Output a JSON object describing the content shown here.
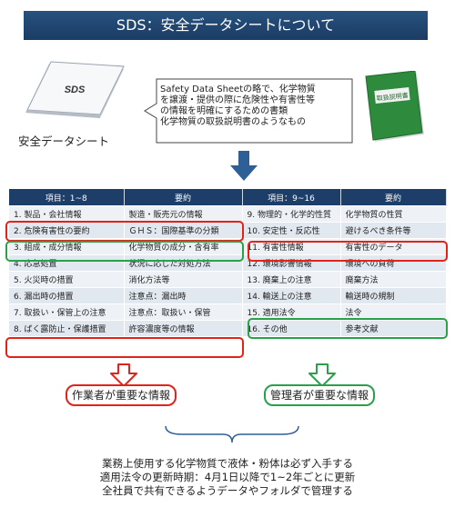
{
  "title": "SDS：安全データシートについて",
  "doc_label": "SDS",
  "doc_caption": "安全データシート",
  "book_label": "取扱説明書",
  "speech_lines": [
    "Safety Data Sheetの略で、化学物質",
    "を譲渡・提供の際に危険性や有害性等",
    "の情報を明確にするための書類",
    "化学物質の取扱説明書のようなもの"
  ],
  "table": {
    "headers": [
      "項目：1~8",
      "要約",
      "項目：9~16",
      "要約"
    ],
    "rows": [
      [
        "1. 製品・会社情報",
        "製造・販売元の情報",
        "9. 物理的・化学的性質",
        "化学物質の性質"
      ],
      [
        "2. 危険有害性の要約",
        "ＧＨＳ：国際基準の分類",
        "10. 安定性・反応性",
        "避けるべき条件等"
      ],
      [
        "3. 組成・成分情報",
        "化学物質の成分・含有率",
        "11. 有害性情報",
        "有害性のデータ"
      ],
      [
        "4. 応急処置",
        "状況に応じた対処方法",
        "12. 環境影響情報",
        "環境への負荷"
      ],
      [
        "5. 火災時の措置",
        "消化方法等",
        "13. 廃棄上の注意",
        "廃棄方法"
      ],
      [
        "6. 漏出時の措置",
        "注意点：漏出時",
        "14. 輸送上の注意",
        "輸送時の規制"
      ],
      [
        "7. 取扱い・保管上の注意",
        "注意点：取扱い・保管",
        "15. 適用法令",
        "法令"
      ],
      [
        "8. ばく露防止・保護措置",
        "許容濃度等の情報",
        "16. その他",
        "参考文献"
      ]
    ]
  },
  "worker_label": "作業者が重要な情報",
  "manager_label": "管理者が重要な情報",
  "notes": [
    "業務上使用する化学物質で液体・粉体は必ず入手する",
    "適用法令の更新時期：4月1日以降で1~2年ごとに更新",
    "全社員で共有できるようデータやフォルダで管理する"
  ],
  "colors": {
    "header": "#1d3e68",
    "red": "#e2231a",
    "green": "#2aa04a",
    "arrow_blue": "#2f5f97"
  }
}
